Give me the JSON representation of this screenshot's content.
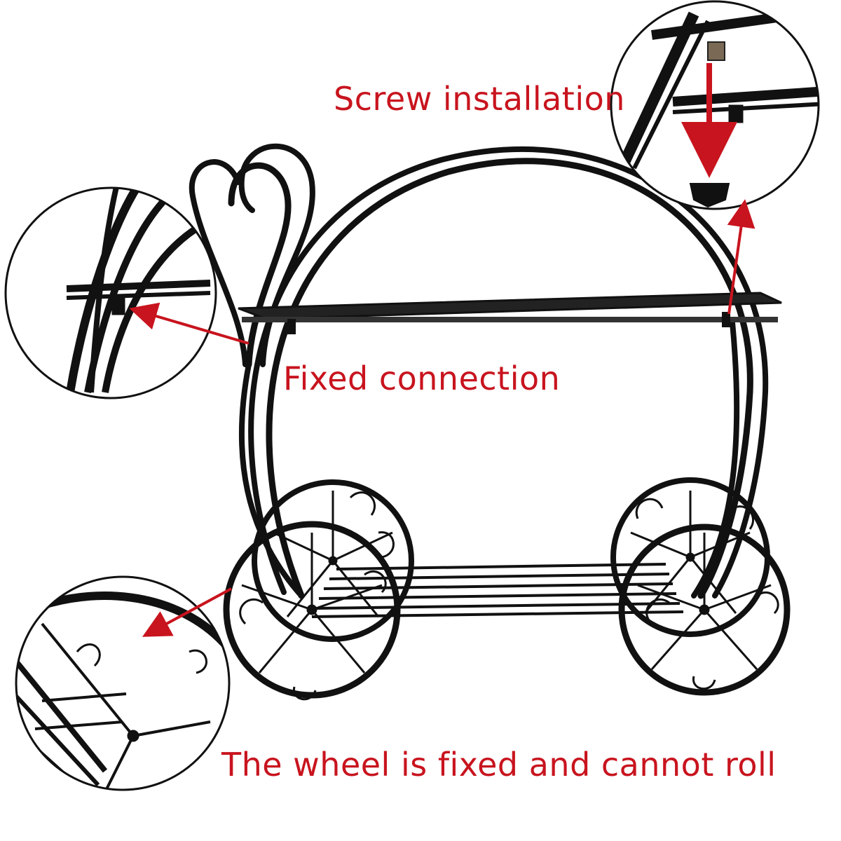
{
  "labels": {
    "screw_installation": "Screw installation",
    "fixed_connection": "Fixed connection",
    "wheel_fixed": "The wheel is fixed and cannot roll"
  },
  "colors": {
    "annotation_red": "#c8141e",
    "metal": "#111111",
    "background": "#ffffff"
  }
}
